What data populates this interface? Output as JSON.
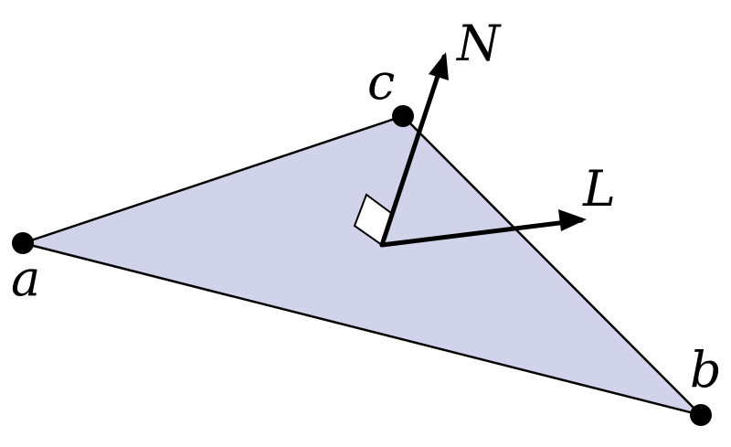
{
  "colors": {
    "triangle_fill": "#d0d3e9",
    "stroke": "#000000",
    "vertex": "#000000",
    "right_angle_fill": "#ffffff"
  },
  "vertices": {
    "a": "a",
    "b": "b",
    "c": "c"
  },
  "vectors": {
    "normal": "N",
    "light": "L"
  }
}
